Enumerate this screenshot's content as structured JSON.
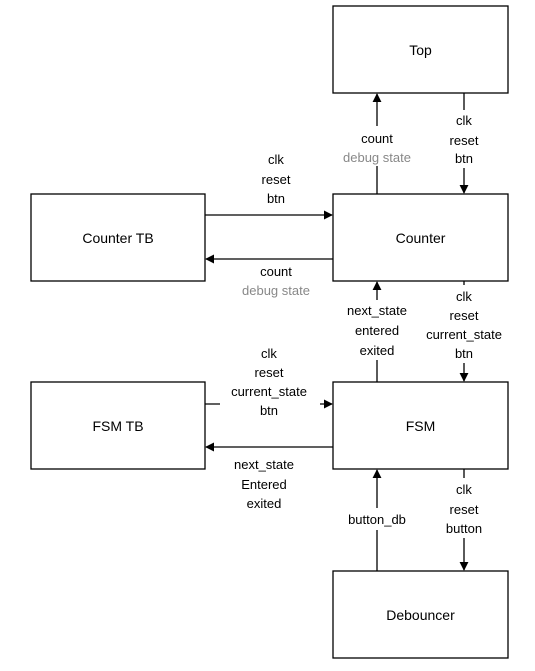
{
  "colors": {
    "stroke": "#000000",
    "text": "#000000",
    "muted_text": "#888888",
    "background": "#ffffff"
  },
  "blocks": {
    "top": "Top",
    "counter": "Counter",
    "counter_tb": "Counter TB",
    "fsm": "FSM",
    "fsm_tb": "FSM TB",
    "debouncer": "Debouncer"
  },
  "signals": {
    "counter_to_top": [
      "count",
      "debug state"
    ],
    "top_to_counter": [
      "clk",
      "reset",
      "btn"
    ],
    "countertb_to_counter": [
      "clk",
      "reset",
      "btn"
    ],
    "counter_to_countertb": [
      "count",
      "debug state"
    ],
    "fsm_to_counter": [
      "next_state",
      "entered",
      "exited"
    ],
    "counter_to_fsm": [
      "clk",
      "reset",
      "current_state",
      "btn"
    ],
    "fsmtb_to_fsm": [
      "clk",
      "reset",
      "current_state",
      "btn"
    ],
    "fsm_to_fsmtb": [
      "next_state",
      "Entered",
      "exited"
    ],
    "debouncer_to_fsm": [
      "button_db"
    ],
    "fsm_to_debouncer": [
      "clk",
      "reset",
      "button"
    ]
  }
}
